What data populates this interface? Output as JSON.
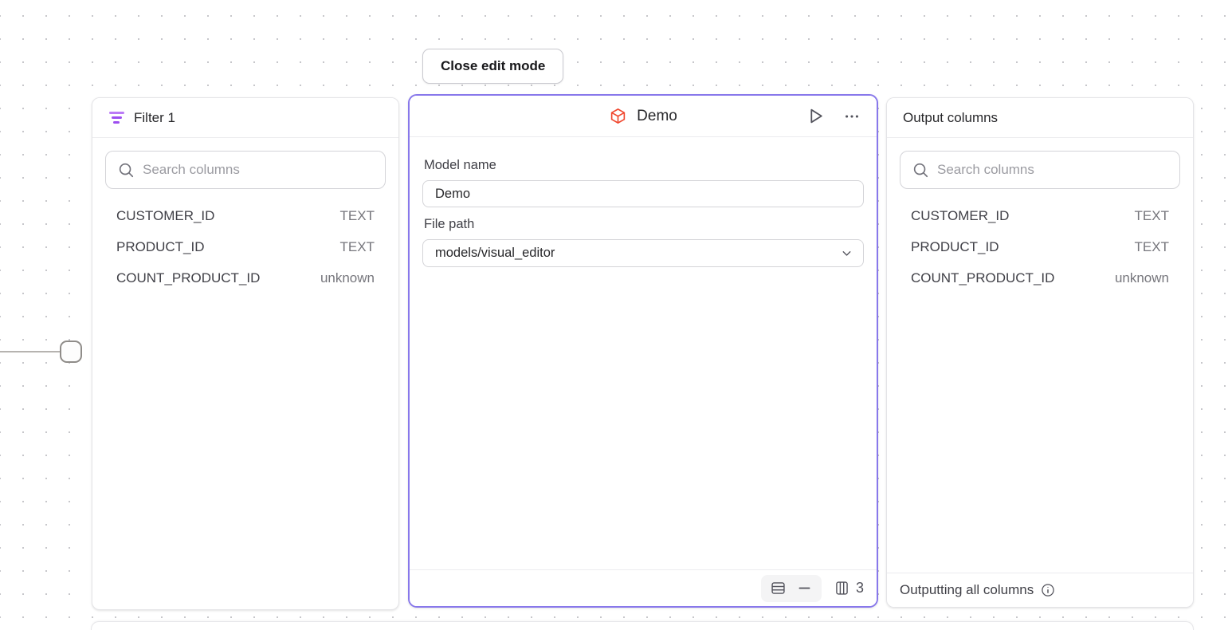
{
  "colors": {
    "accent_purple": "#8878eb",
    "filter_icon_purple": "#9d4ef0",
    "model_icon_orange": "#f0462d"
  },
  "toolbar": {
    "close_button_label": "Close edit mode"
  },
  "filter_panel": {
    "title": "Filter 1",
    "search_placeholder": "Search columns",
    "columns": [
      {
        "name": "CUSTOMER_ID",
        "type": "TEXT"
      },
      {
        "name": "PRODUCT_ID",
        "type": "TEXT"
      },
      {
        "name": "COUNT_PRODUCT_ID",
        "type": "unknown"
      }
    ]
  },
  "model_panel": {
    "title": "Demo",
    "model_name_label": "Model name",
    "model_name_value": "Demo",
    "file_path_label": "File path",
    "file_path_value": "models/visual_editor",
    "columns_count": "3"
  },
  "output_panel": {
    "title": "Output columns",
    "search_placeholder": "Search columns",
    "columns": [
      {
        "name": "CUSTOMER_ID",
        "type": "TEXT"
      },
      {
        "name": "PRODUCT_ID",
        "type": "TEXT"
      },
      {
        "name": "COUNT_PRODUCT_ID",
        "type": "unknown"
      }
    ],
    "footer_text": "Outputting all columns"
  }
}
